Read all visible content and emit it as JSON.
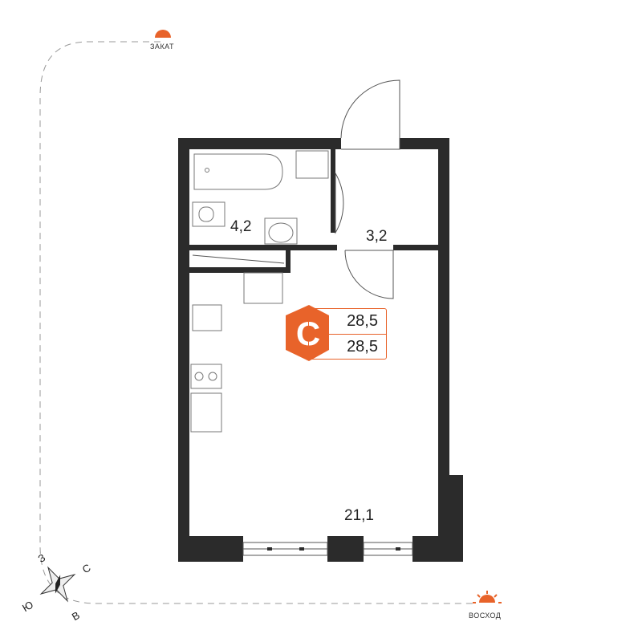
{
  "rooms": {
    "bathroom_area": "4,2",
    "hall_area": "3,2",
    "living_area": "21,1"
  },
  "badge": {
    "letter": "С",
    "total_area": "28,5",
    "living_total": "28,5"
  },
  "sun": {
    "sunset_label": "ЗАКАТ",
    "sunrise_label": "ВОСХОД"
  },
  "compass": {
    "north": "С",
    "south": "Ю",
    "west": "З",
    "east": "В"
  },
  "colors": {
    "accent": "#e8632a",
    "wall": "#2b2b2b"
  }
}
